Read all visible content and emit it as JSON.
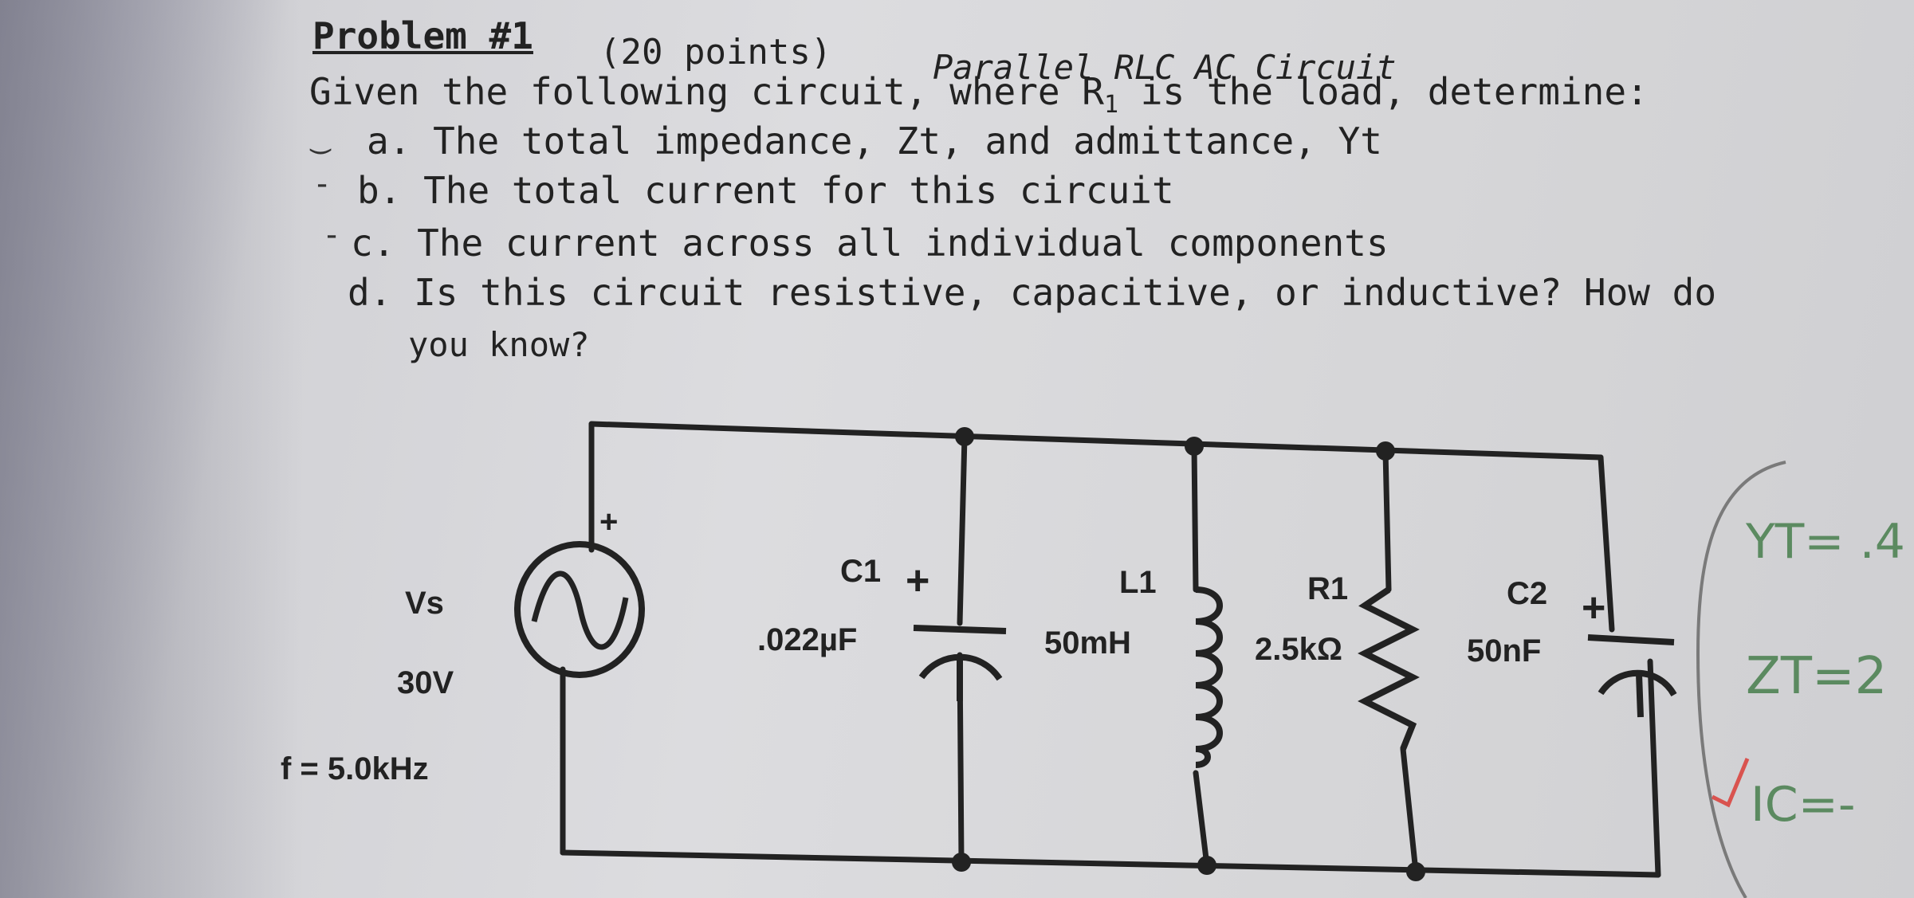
{
  "problem": {
    "title": "Problem #1",
    "points": "(20 points)",
    "circuit_title": "Parallel RLC AC Circuit",
    "intro_before": "Given the following circuit, where R",
    "intro_sub": "1",
    "intro_after": " is the load, determine:",
    "items": [
      {
        "text": "a. The total impedance, Zt, and admittance, Yt"
      },
      {
        "text": "b. The total current for this circuit"
      },
      {
        "text": "c. The current across all individual components"
      },
      {
        "text": "d. Is this circuit resistive, capacitive, or inductive? How do"
      },
      {
        "text": "you know?"
      }
    ]
  },
  "source": {
    "name": "Vs",
    "voltage": "30V",
    "frequency": "f = 5.0kHz",
    "polarity": "+"
  },
  "components": [
    {
      "name": "C1",
      "value": ".022µF",
      "polarity": "+"
    },
    {
      "name": "L1",
      "value": "50mH"
    },
    {
      "name": "R1",
      "value": "2.5kΩ"
    },
    {
      "name": "C2",
      "value": "50nF",
      "polarity": "+"
    }
  ],
  "handwritten": {
    "yt": "YT= .4",
    "zt": "ZT=2",
    "ic": "IC=-"
  },
  "colors": {
    "ink": "#222222",
    "pencil": "#5b8a60",
    "check": "#d9534f"
  }
}
